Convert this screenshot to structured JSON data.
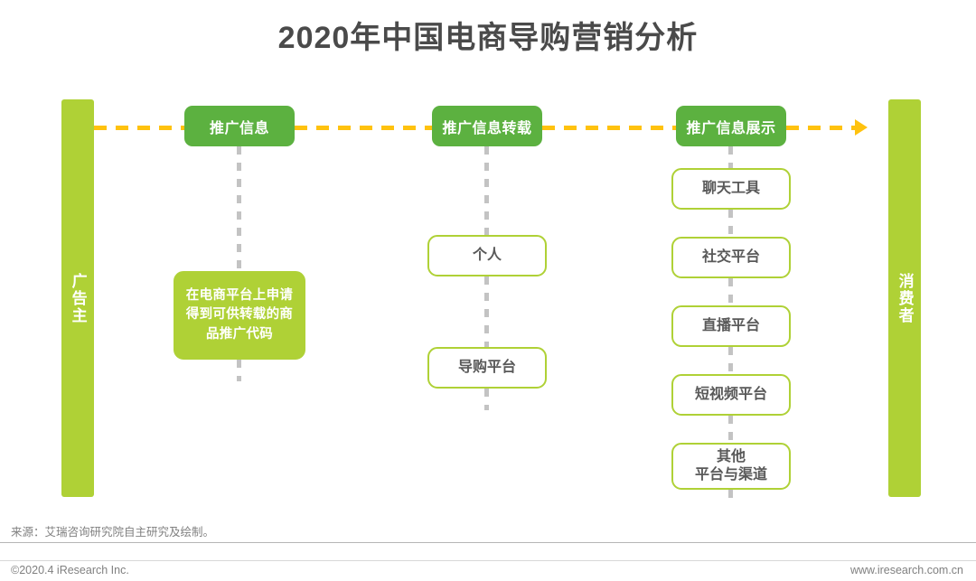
{
  "title": "2020年中国电商导购营销分析",
  "colors": {
    "light_green": "#AFD136",
    "header_green": "#5CB140",
    "flow_yellow": "#FFC20E",
    "dash_gray": "#C3C3C3",
    "text_gray": "#595959",
    "title_gray": "#4A4A4A"
  },
  "actors": {
    "left": {
      "label": "广告主"
    },
    "right": {
      "label": "消费者"
    }
  },
  "stages": [
    {
      "header": "推广信息",
      "items": [
        {
          "text": "在电商平台上申请得到可供转载的商品推广代码",
          "style": "filled"
        }
      ]
    },
    {
      "header": "推广信息转载",
      "items": [
        {
          "text": "个人",
          "style": "outline"
        },
        {
          "text": "导购平台",
          "style": "outline"
        }
      ]
    },
    {
      "header": "推广信息展示",
      "items": [
        {
          "text": "聊天工具",
          "style": "outline"
        },
        {
          "text": "社交平台",
          "style": "outline"
        },
        {
          "text": "直播平台",
          "style": "outline"
        },
        {
          "text": "短视频平台",
          "style": "outline"
        },
        {
          "text": "其他",
          "text2": "平台与渠道",
          "style": "outline"
        }
      ]
    }
  ],
  "footer": {
    "source": "来源：艾瑞咨询研究院自主研究及绘制。",
    "copyright": "©2020.4 iResearch Inc.",
    "website": "www.iresearch.com.cn"
  }
}
